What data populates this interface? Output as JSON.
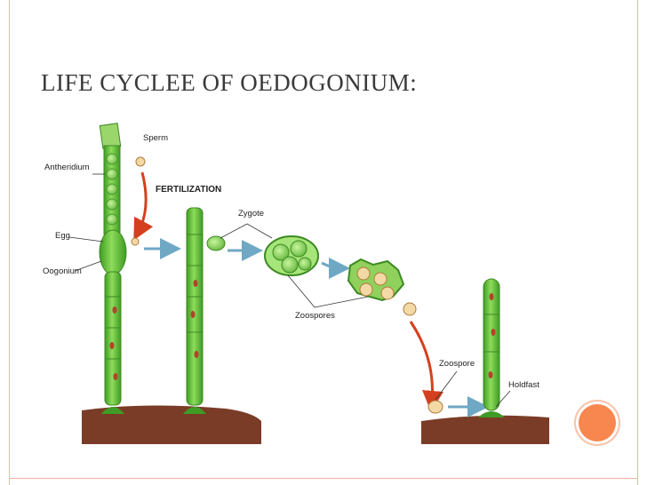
{
  "slide": {
    "title": "LIFE CYCLEE OF OEDOGONIUM:",
    "colors": {
      "frame": "#f2b6a3",
      "accent": "#f7874e",
      "alga": "#5fc23a",
      "soil": "#7a3c26"
    }
  },
  "diagram": {
    "labels": {
      "sperm": "Sperm",
      "antheridium": "Antheridium",
      "fertilization": "FERTILIZATION",
      "egg": "Egg",
      "oogonium": "Oogonium",
      "zygote": "Zygote",
      "zoospores": "Zoospores",
      "zoospore": "Zoospore",
      "holdfast": "Holdfast"
    }
  }
}
